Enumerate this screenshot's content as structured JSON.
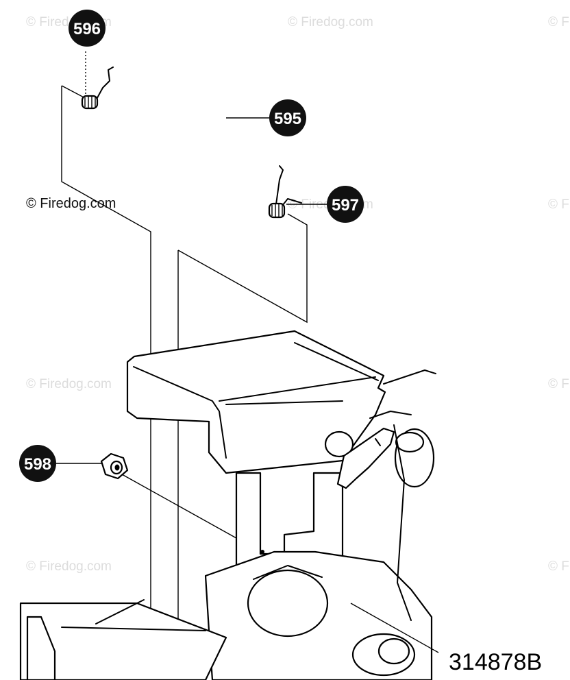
{
  "callouts": [
    {
      "id": "596",
      "label": "596"
    },
    {
      "id": "595",
      "label": "595"
    },
    {
      "id": "597",
      "label": "597"
    },
    {
      "id": "598",
      "label": "598"
    }
  ],
  "watermark": {
    "text": "© Firedog.com"
  },
  "figure_number": "314878B",
  "colors": {
    "ink": "#000000",
    "watermark": "#dcdcdc",
    "callout_fill": "#111111"
  }
}
